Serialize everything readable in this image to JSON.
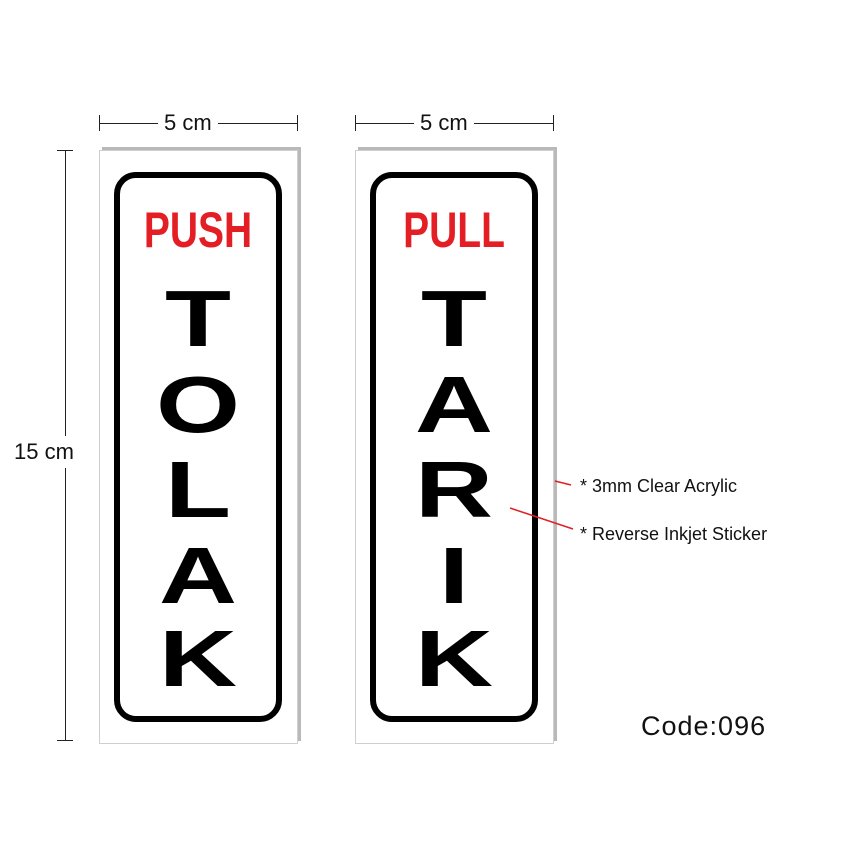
{
  "dimensions": {
    "width_label": "5 cm",
    "height_label": "15 cm"
  },
  "signs": [
    {
      "title": "PUSH",
      "letters": [
        "T",
        "O",
        "L",
        "A",
        "K"
      ]
    },
    {
      "title": "PULL",
      "letters": [
        "T",
        "A",
        "R",
        "I",
        "K"
      ]
    }
  ],
  "notes": [
    "* 3mm Clear Acrylic",
    "* Reverse Inkjet Sticker"
  ],
  "code": "Code:096",
  "colors": {
    "accent": "#e31e24"
  }
}
